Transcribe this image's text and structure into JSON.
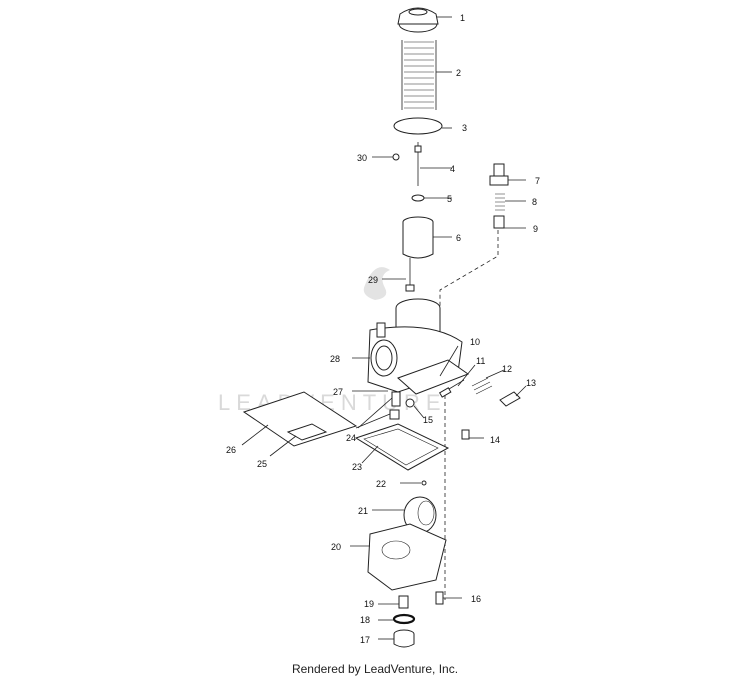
{
  "watermark": "LEADVENTURE",
  "footer": "Rendered by LeadVenture, Inc.",
  "callouts": [
    "1",
    "2",
    "3",
    "4",
    "5",
    "6",
    "7",
    "8",
    "9",
    "10",
    "11",
    "12",
    "13",
    "14",
    "15",
    "16",
    "17",
    "18",
    "19",
    "20",
    "21",
    "22",
    "23",
    "24",
    "25",
    "26",
    "27",
    "28",
    "29",
    "30"
  ]
}
